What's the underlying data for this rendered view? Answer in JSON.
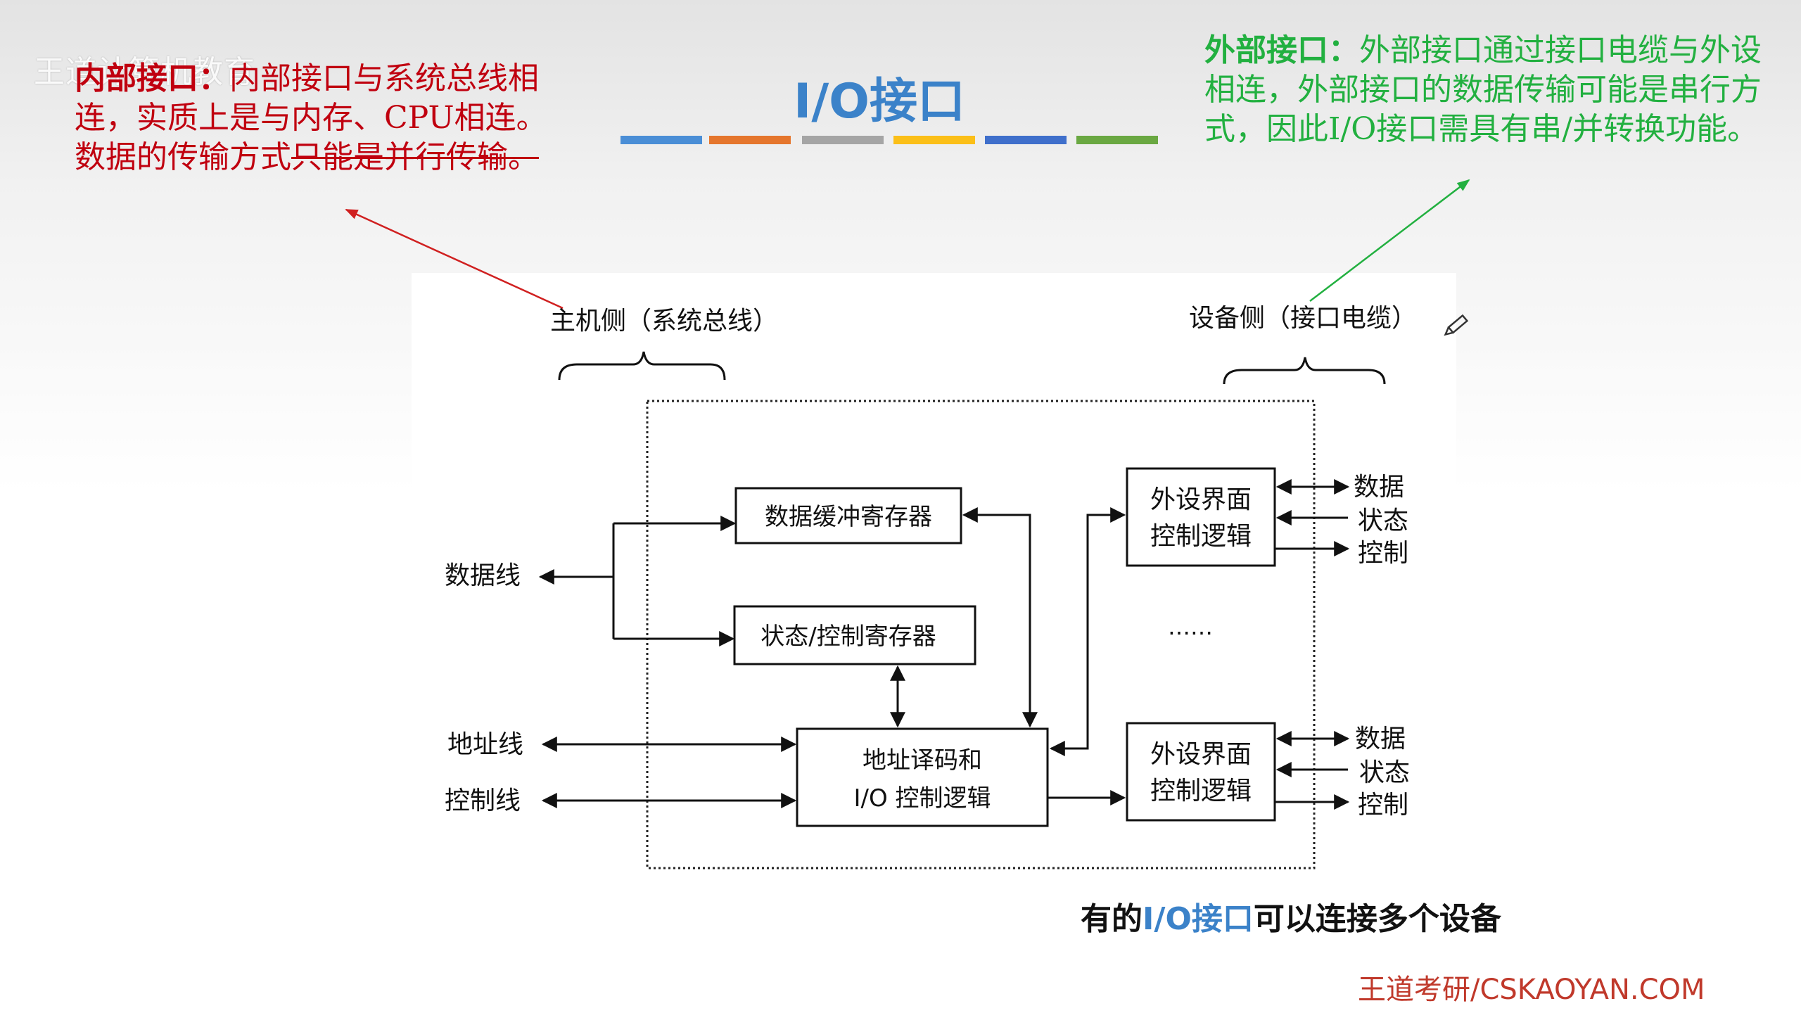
{
  "watermark": "王道计算机教育",
  "title": "I/O接口",
  "color_bar": [
    "#4a8ed6",
    "#e5762d",
    "#a5a5a5",
    "#fbbf18",
    "#3f6fcb",
    "#6aa842"
  ],
  "internal_note": {
    "label": "内部接口：",
    "text": "内部接口与系统总线相连，实质上是与内存、CPU相连。数据的传输方式",
    "struck": "只能是并行传输。"
  },
  "external_note": {
    "label": "外部接口：",
    "text": "外部接口通过接口电缆与外设相连，外部接口的数据传输可能是串行方式，因此I/O接口需具有串/并转换功能。"
  },
  "diagram": {
    "host_side": "主机侧（系统总线）",
    "device_side": "设备侧（接口电缆）",
    "data_buffer": "数据缓冲寄存器",
    "status_control_reg": "状态/控制寄存器",
    "addr_decode_line1": "地址译码和",
    "addr_decode_line2": "I/O 控制逻辑",
    "periph_line1": "外设界面",
    "periph_line2": "控制逻辑",
    "data_bus": "数据线",
    "address_bus": "地址线",
    "control_bus": "控制线",
    "sig_data": "数据",
    "sig_status": "状态",
    "sig_control": "控制",
    "ellipsis": "……"
  },
  "caption": {
    "prefix": "有的",
    "highlight": "I/O接口",
    "suffix": "可以连接多个设备"
  },
  "footer": "王道考研/CSKAOYAN.COM"
}
